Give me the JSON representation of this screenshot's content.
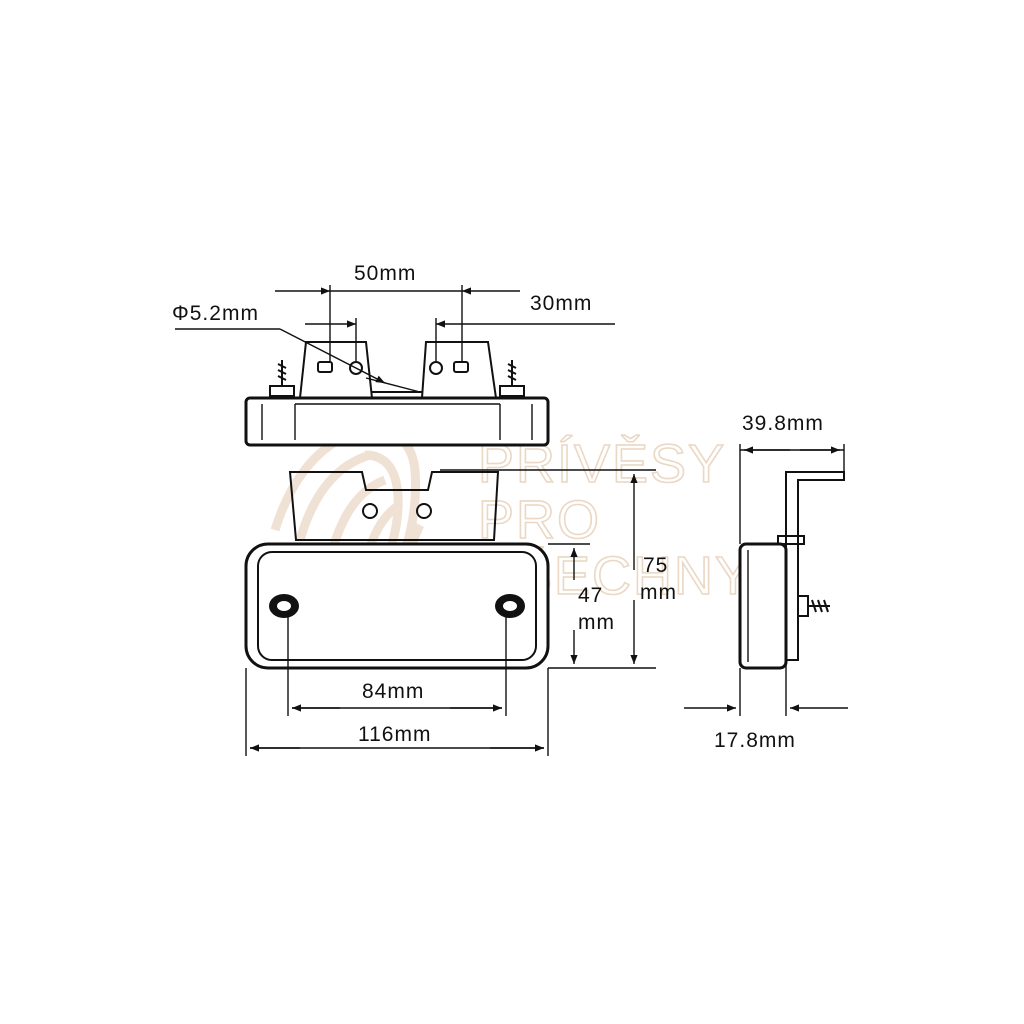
{
  "dimensions": {
    "hole_diameter": "Φ5.2mm",
    "hole_spacing": "50mm",
    "offset": "30mm",
    "bracket_depth": "39.8mm",
    "height_total_value": "75",
    "height_total_unit": "mm",
    "height_lamp_value": "47",
    "height_lamp_unit": "mm",
    "lens_width": "84mm",
    "total_width": "116mm",
    "lamp_depth": "17.8mm"
  },
  "watermark": {
    "line1": "PŘÍVĚSY",
    "line2": "PRO",
    "line3": "VŠECHNY"
  },
  "colors": {
    "line": "#111111",
    "watermark": "#ead8c4"
  }
}
